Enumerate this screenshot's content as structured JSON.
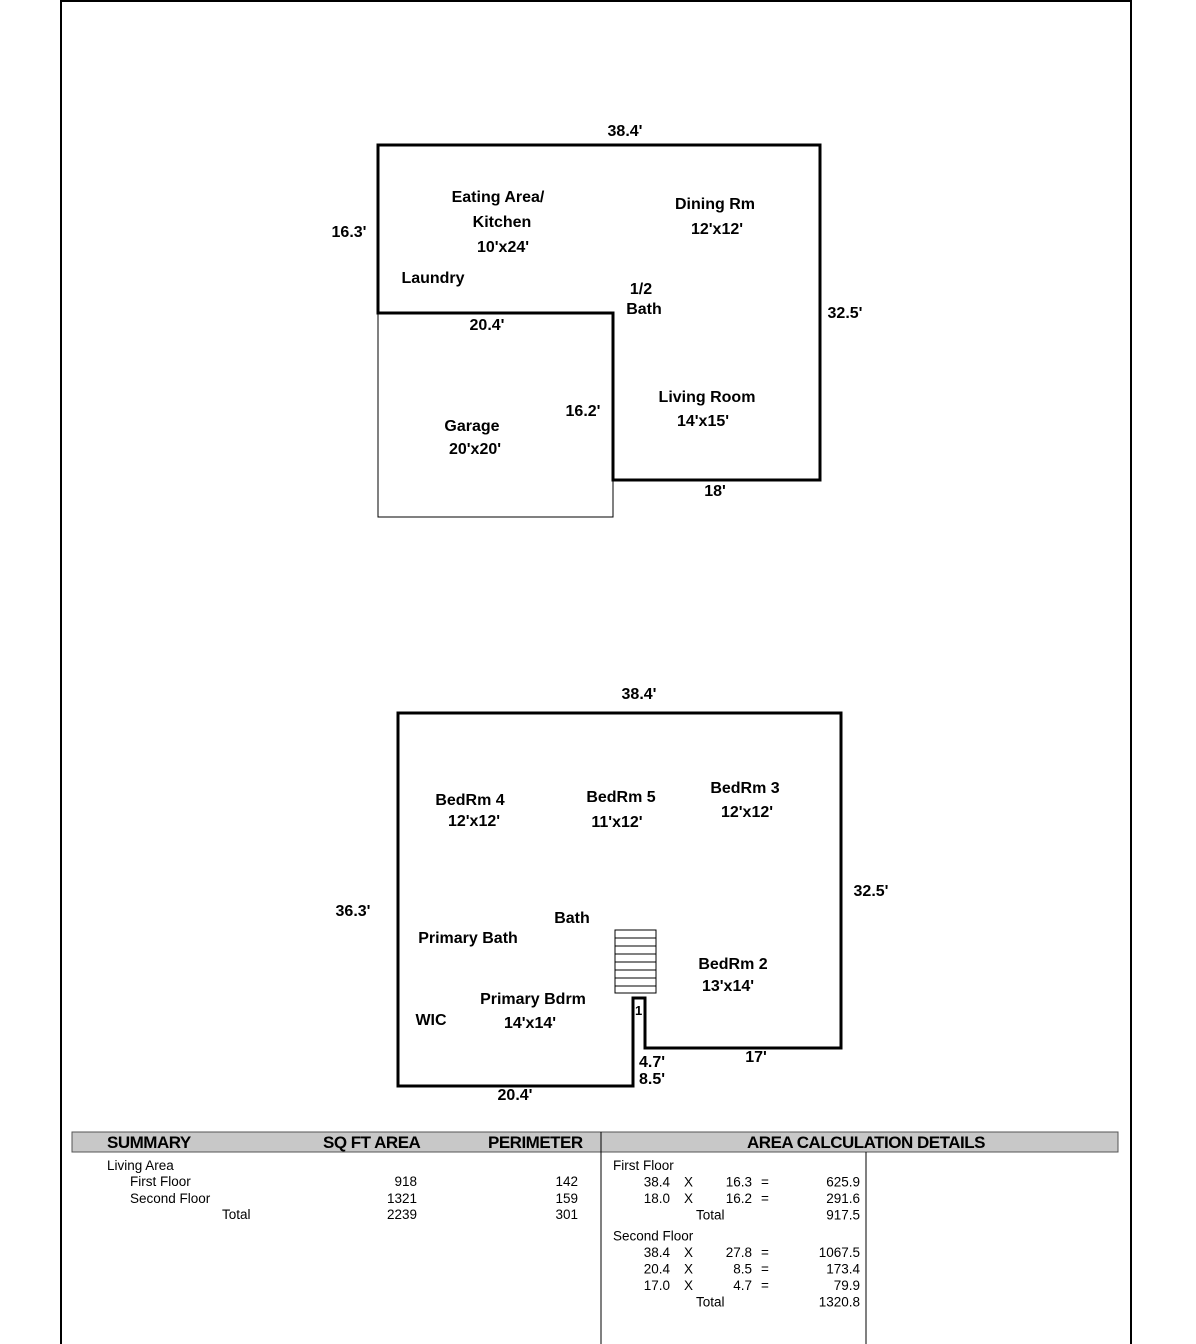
{
  "first_floor": {
    "dims": {
      "top": "38.4'",
      "left": "16.3'",
      "right": "32.5'",
      "garage_top": "20.4'",
      "inner": "16.2'",
      "bottom": "18'"
    },
    "rooms": [
      {
        "name": "Eating Area/",
        "name2": "Kitchen",
        "size": "10'x24'"
      },
      {
        "name": "Dining Rm",
        "size": "12'x12'"
      },
      {
        "name": "Laundry"
      },
      {
        "name": "1/2",
        "name2": "Bath"
      },
      {
        "name": "Living Room",
        "size": "14'x15'"
      },
      {
        "name": "Garage",
        "size": "20'x20'"
      }
    ]
  },
  "second_floor": {
    "dims": {
      "top": "38.4'",
      "left": "36.3'",
      "right": "32.5'",
      "bottom_right": "17'",
      "notch1": "4.7'",
      "notch2": "8.5'",
      "bottom_left": "20.4'",
      "stair_mark": "1"
    },
    "rooms": [
      {
        "name": "BedRm 4",
        "size": "12'x12'"
      },
      {
        "name": "BedRm 5",
        "size": "11'x12'"
      },
      {
        "name": "BedRm 3",
        "size": "12'x12'"
      },
      {
        "name": "Bath"
      },
      {
        "name": "Primary Bath"
      },
      {
        "name": "BedRm 2",
        "size": "13'x14'"
      },
      {
        "name": "Primary Bdrm",
        "size": "14'x14'"
      },
      {
        "name": "WIC"
      }
    ]
  },
  "summary": {
    "headers": {
      "summary": "SUMMARY",
      "area": "SQ FT AREA",
      "perimeter": "PERIMETER",
      "details": "AREA CALCULATION DETAILS"
    },
    "group": "Living Area",
    "rows": [
      {
        "label": "First Floor",
        "area": "918",
        "perimeter": "142"
      },
      {
        "label": "Second Floor",
        "area": "1321",
        "perimeter": "159"
      },
      {
        "label": "Total",
        "area": "2239",
        "perimeter": "301"
      }
    ]
  },
  "details": [
    {
      "floor": "First Floor",
      "rows": [
        [
          "38.4",
          "X",
          "16.3",
          "=",
          "625.9"
        ],
        [
          "18.0",
          "X",
          "16.2",
          "=",
          "291.6"
        ]
      ],
      "total_label": "Total",
      "total": "917.5"
    },
    {
      "floor": "Second Floor",
      "rows": [
        [
          "38.4",
          "X",
          "27.8",
          "=",
          "1067.5"
        ],
        [
          "20.4",
          "X",
          "8.5",
          "=",
          "173.4"
        ],
        [
          "17.0",
          "X",
          "4.7",
          "=",
          "79.9"
        ]
      ],
      "total_label": "Total",
      "total": "1320.8"
    }
  ]
}
